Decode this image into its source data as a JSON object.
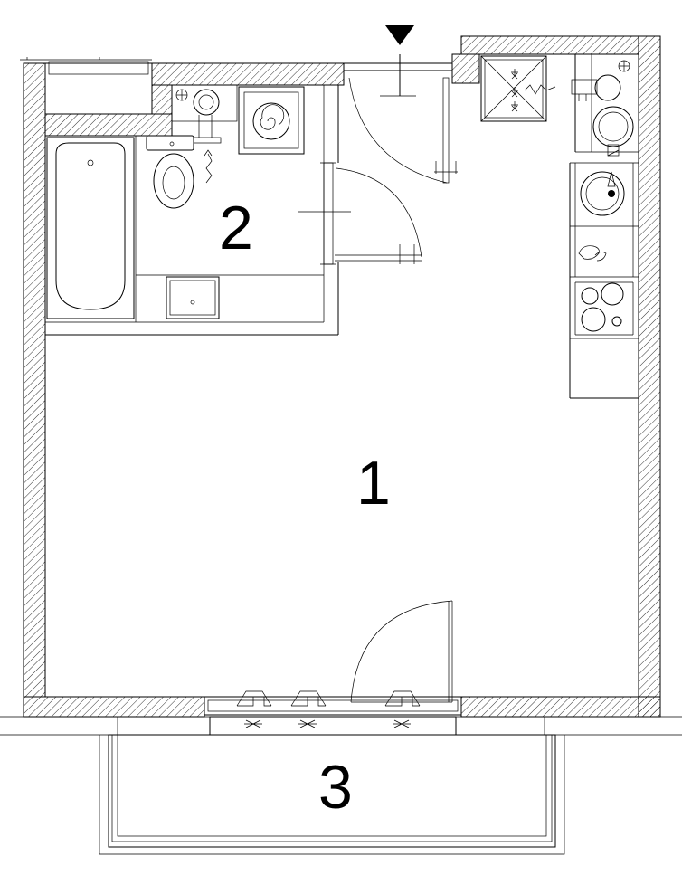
{
  "rooms": [
    {
      "id": "room-1",
      "number": "1"
    },
    {
      "id": "room-2",
      "number": "2"
    },
    {
      "id": "room-3",
      "number": "3"
    }
  ],
  "colors": {
    "line": "#000000",
    "background": "#ffffff",
    "hatch": "#000000"
  },
  "icons": [
    "entrance-arrow-icon",
    "ventilation-shaft-icon",
    "radiator-icon"
  ]
}
